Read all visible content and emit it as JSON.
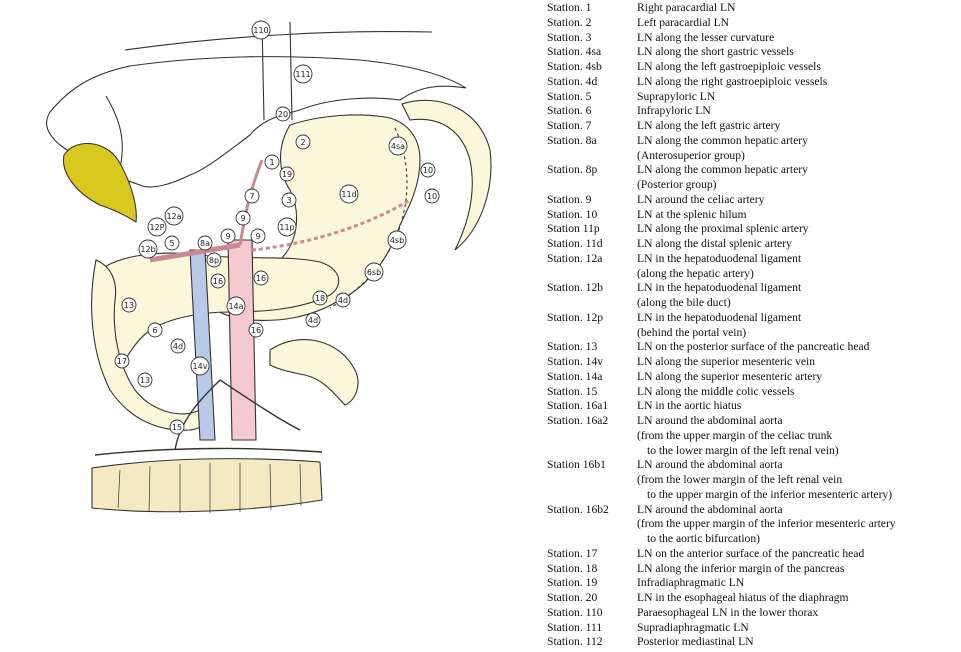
{
  "colors": {
    "organ_fill": "#fbf7da",
    "outline": "#333333",
    "gallbladder": "#d8c81f",
    "artery": "#f4c9cf",
    "vein": "#b9c9e8",
    "colon": "#f3e9c2"
  },
  "figure": {
    "nodes": [
      {
        "label": "110",
        "tag": "station-110"
      },
      {
        "label": "111",
        "tag": "station-111"
      },
      {
        "label": "20",
        "tag": "station-20"
      },
      {
        "label": "2",
        "tag": "station-2"
      },
      {
        "label": "1",
        "tag": "station-1"
      },
      {
        "label": "19",
        "tag": "station-19"
      },
      {
        "label": "7",
        "tag": "station-7"
      },
      {
        "label": "3",
        "tag": "station-3"
      },
      {
        "label": "9",
        "tag": "station-9-a"
      },
      {
        "label": "9",
        "tag": "station-9-b"
      },
      {
        "label": "9",
        "tag": "station-9-c"
      },
      {
        "label": "11p",
        "tag": "station-11p"
      },
      {
        "label": "11d",
        "tag": "station-11d"
      },
      {
        "label": "4sa",
        "tag": "station-4sa"
      },
      {
        "label": "10",
        "tag": "station-10-a"
      },
      {
        "label": "10",
        "tag": "station-10-b"
      },
      {
        "label": "4sb",
        "tag": "station-4sb"
      },
      {
        "label": "6sb",
        "tag": "station-4sb-lower"
      },
      {
        "label": "12a",
        "tag": "station-12a"
      },
      {
        "label": "12P",
        "tag": "station-12p"
      },
      {
        "label": "12b",
        "tag": "station-12b"
      },
      {
        "label": "5",
        "tag": "station-5"
      },
      {
        "label": "8a",
        "tag": "station-8a"
      },
      {
        "label": "8p",
        "tag": "station-8p"
      },
      {
        "label": "16",
        "tag": "station-16-a"
      },
      {
        "label": "16",
        "tag": "station-16-b"
      },
      {
        "label": "16",
        "tag": "station-16-c"
      },
      {
        "label": "14a",
        "tag": "station-14a"
      },
      {
        "label": "18",
        "tag": "station-18"
      },
      {
        "label": "4d",
        "tag": "station-4d-a"
      },
      {
        "label": "4d",
        "tag": "station-4d-b"
      },
      {
        "label": "13",
        "tag": "station-13-a"
      },
      {
        "label": "6",
        "tag": "station-6"
      },
      {
        "label": "4d",
        "tag": "station-4d-c"
      },
      {
        "label": "17",
        "tag": "station-17"
      },
      {
        "label": "13",
        "tag": "station-13-b"
      },
      {
        "label": "14v",
        "tag": "station-14v"
      },
      {
        "label": "15",
        "tag": "station-15"
      }
    ]
  },
  "legend": [
    {
      "station": "Station. 1",
      "desc": "Right paracardial LN"
    },
    {
      "station": "Station. 2",
      "desc": "Left paracardial LN"
    },
    {
      "station": "Station. 3",
      "desc": "LN along the lesser curvature"
    },
    {
      "station": "Station. 4sa",
      "desc": "LN along the short gastric vessels"
    },
    {
      "station": "Station. 4sb",
      "desc": "LN along the left gastroepiploic vessels"
    },
    {
      "station": "Station. 4d",
      "desc": "LN along the right gastroepiploic vessels"
    },
    {
      "station": "Station. 5",
      "desc": "Suprapyloric LN"
    },
    {
      "station": "Station. 6",
      "desc": "Infrapyloric LN"
    },
    {
      "station": "Station. 7",
      "desc": "LN along the left gastric artery"
    },
    {
      "station": "Station. 8a",
      "desc": "LN along the common hepatic artery",
      "cont": [
        "(Anterosuperior group)"
      ]
    },
    {
      "station": "Station. 8p",
      "desc": "LN along the common hepatic artery",
      "cont": [
        "(Posterior group)"
      ]
    },
    {
      "station": "Station. 9",
      "desc": "LN around the celiac artery"
    },
    {
      "station": "Station. 10",
      "desc": "LN at the splenic hilum"
    },
    {
      "station": "Station 11p",
      "desc": "LN along the proximal splenic artery"
    },
    {
      "station": "Station. 11d",
      "desc": "LN along the distal splenic artery"
    },
    {
      "station": "Station. 12a",
      "desc": "LN in the hepatoduodenal ligament",
      "cont": [
        "(along the hepatic artery)"
      ]
    },
    {
      "station": "Station. 12b",
      "desc": "LN in the hepatoduodenal ligament",
      "cont": [
        "(along the bile duct)"
      ]
    },
    {
      "station": "Station. 12p",
      "desc": "LN in the hepatoduodenal ligament",
      "cont": [
        "(behind the portal vein)"
      ]
    },
    {
      "station": "Station. 13",
      "desc": "LN on the posterior surface of the pancreatic head"
    },
    {
      "station": "Station. 14v",
      "desc": "LN along the superior mesenteric vein"
    },
    {
      "station": "Station. 14a",
      "desc": "LN along the superior mesenteric artery"
    },
    {
      "station": "Station. 15",
      "desc": "LN along the middle colic vessels"
    },
    {
      "station": "Station. 16a1",
      "desc": "LN in the aortic hiatus"
    },
    {
      "station": "Station. 16a2",
      "desc": "LN around the abdominal aorta",
      "cont": [
        "(from the upper margin of the celiac trunk",
        "to the lower margin of the left renal vein)"
      ]
    },
    {
      "station": "Station 16b1",
      "desc": "LN around the abdominal aorta",
      "cont": [
        "(from the lower margin of the left renal vein",
        "to the upper margin of the inferior mesenteric artery)"
      ]
    },
    {
      "station": "Station. 16b2",
      "desc": "LN around the abdominal aorta",
      "cont": [
        "(from the upper margin of the inferior mesenteric artery",
        "to the aortic bifurcation)"
      ]
    },
    {
      "station": "Station. 17",
      "desc": "LN on the anterior surface of the pancreatic head"
    },
    {
      "station": "Station. 18",
      "desc": "LN along the inferior margin of the pancreas"
    },
    {
      "station": "Station. 19",
      "desc": "Infradiaphragmatic LN"
    },
    {
      "station": "Station. 20",
      "desc": "LN in the esophageal hiatus of the diaphragm"
    },
    {
      "station": "Station. 110",
      "desc": "Paraesophageal LN in the lower thorax"
    },
    {
      "station": "Station. 111",
      "desc": "Supradiaphragmatic LN"
    },
    {
      "station": "Station. 112",
      "desc": "Posterior mediastinal LN"
    }
  ]
}
